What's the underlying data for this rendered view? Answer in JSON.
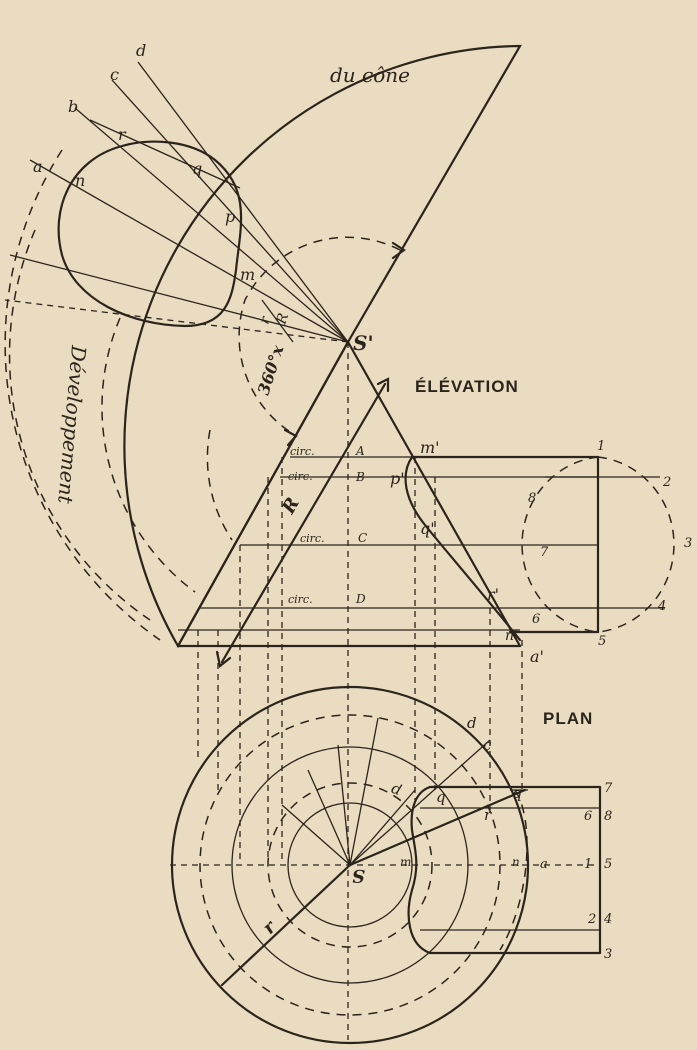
{
  "titles": {
    "elevation": "ÉLÉVATION",
    "plan": "PLAN"
  },
  "development": {
    "line1": "du cône",
    "line2": "Développement",
    "angle": "360°x",
    "ratio_top": "r",
    "ratio_bottom": "R"
  },
  "circles": {
    "A": "circ.",
    "B": "circ.",
    "C": "circ.",
    "D": "circ."
  },
  "section_letters": [
    "A",
    "B",
    "C",
    "D"
  ],
  "apex_elevation": "S'",
  "apex_plan": "S",
  "radius_R": "R",
  "radius_r": "r",
  "elevation_points": [
    "m'",
    "p'",
    "q'",
    "r'",
    "n'",
    "a'"
  ],
  "development_points": [
    "a",
    "b",
    "c",
    "d",
    "r",
    "q",
    "n",
    "p",
    "m"
  ],
  "profile_numbers": [
    "1",
    "2",
    "3",
    "4",
    "5",
    "6",
    "7",
    "8"
  ],
  "plan_points": [
    "p",
    "q",
    "r",
    "b",
    "c",
    "d",
    "m",
    "n",
    "a"
  ],
  "plan_numbers": [
    "7",
    "6",
    "8",
    "1",
    "5",
    "2",
    "4",
    "3"
  ]
}
